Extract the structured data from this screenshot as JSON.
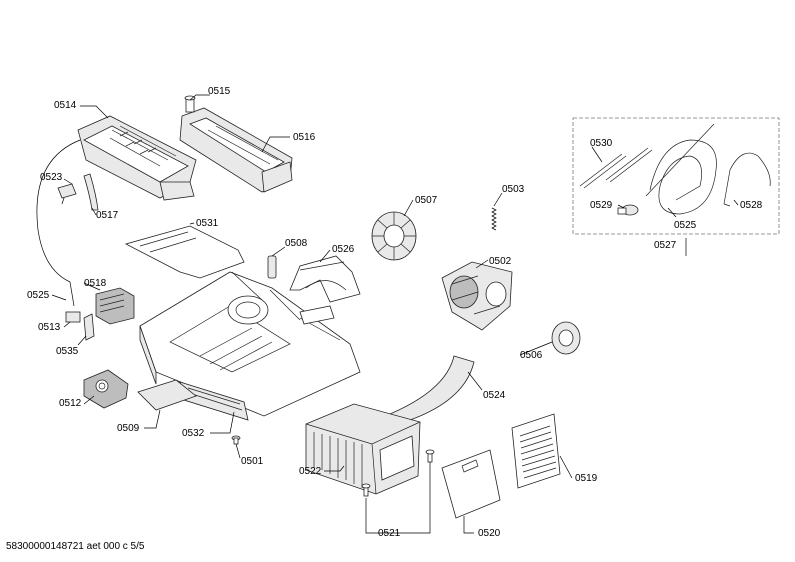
{
  "footer": {
    "code": "58300000148721 aet 000 c 5/5"
  },
  "labels": {
    "l0514": "0514",
    "l0515": "0515",
    "l0516": "0516",
    "l0523": "0523",
    "l0517": "0517",
    "l0531": "0531",
    "l0508": "0508",
    "l0526": "0526",
    "l0507": "0507",
    "l0503": "0503",
    "l0530": "0530",
    "l0529": "0529",
    "l0525a": "0525",
    "l0528": "0528",
    "l0527": "0527",
    "l0502": "0502",
    "l0518": "0518",
    "l0525b": "0525",
    "l0513": "0513",
    "l0535": "0535",
    "l0506": "0506",
    "l0512": "0512",
    "l0524": "0524",
    "l0509": "0509",
    "l0532": "0532",
    "l0501": "0501",
    "l0522": "0522",
    "l0519": "0519",
    "l0521": "0521",
    "l0520": "0520"
  }
}
